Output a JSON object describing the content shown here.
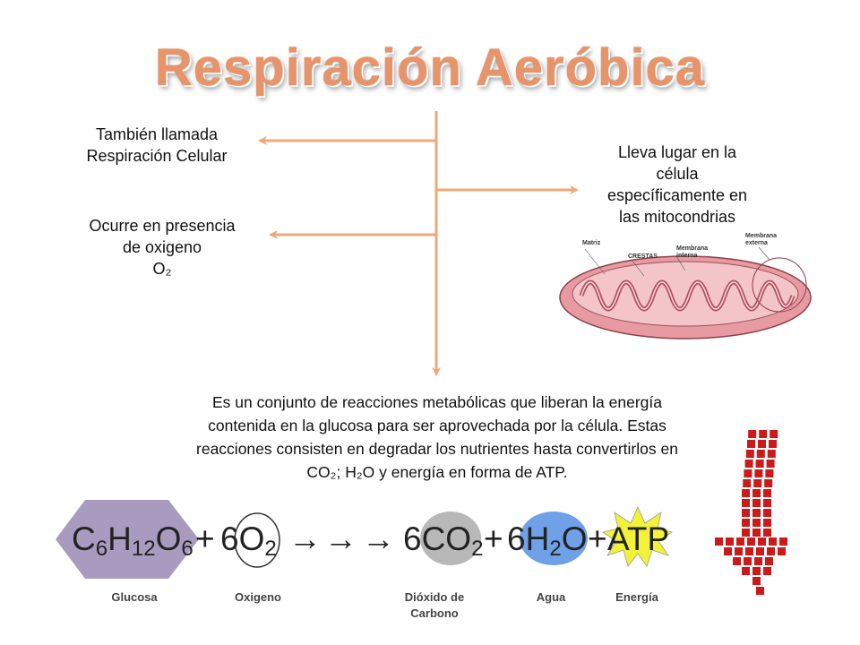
{
  "title": "Respiración Aeróbica",
  "notes": {
    "also_called_line1": "También llamada",
    "also_called_line2": "Respiración Celular",
    "occurs_line1": "Ocurre en presencia",
    "occurs_line2": "de oxigeno",
    "occurs_formula": "O₂",
    "location_line1": "Lleva lugar en la",
    "location_line2": "célula",
    "location_line3": "específicamente en",
    "location_line4": "las mitocondrias"
  },
  "description": {
    "line1": "Es un conjunto de reacciones metabólicas que liberan la energía",
    "line2": "contenida en la glucosa para ser aprovechada por la célula. Estas",
    "line3": "reacciones consisten en degradar los nutrientes hasta convertirlos en",
    "line4": "CO₂; H₂O y energía en forma de ATP."
  },
  "mitochondria_labels": {
    "matrix": "Matriz",
    "cristae": "CRESTAS",
    "inner_line1": "Membrana",
    "inner_line2": "interna",
    "outer_line1": "Membrana",
    "outer_line2": "externa"
  },
  "equation": {
    "glucose": {
      "c": "C",
      "c_sub": "6",
      "h": "H",
      "h_sub": "12",
      "o": "O",
      "o_sub": "6"
    },
    "plus1": "+",
    "oxygen": {
      "coef": "6",
      "o": "O",
      "o_sub": "2"
    },
    "arrows": [
      "→",
      "→",
      "→"
    ],
    "co2": {
      "coef": "6",
      "text": "CO",
      "sub": "2"
    },
    "plus2": "+",
    "water": {
      "coef": "6",
      "h": "H",
      "h_sub": "2",
      "o": "O"
    },
    "plus3": "+",
    "atp": "ATP"
  },
  "equation_labels": {
    "glucose": "Glucosa",
    "oxygen": "Oxigeno",
    "co2_line1": "Dióxido de",
    "co2_line2": "Carbono",
    "water": "Agua",
    "energy": "Energía"
  },
  "colors": {
    "title": "#e8946a",
    "connector": "#f0a878",
    "glucose_hex": "#a99bbf",
    "co2_ellipse": "#b8b8b8",
    "water_ellipse": "#6fa0e8",
    "atp_star": "#f2f23a",
    "mitochondria": "#e89aa2",
    "arrow_blocks": "#cc1a1a"
  }
}
